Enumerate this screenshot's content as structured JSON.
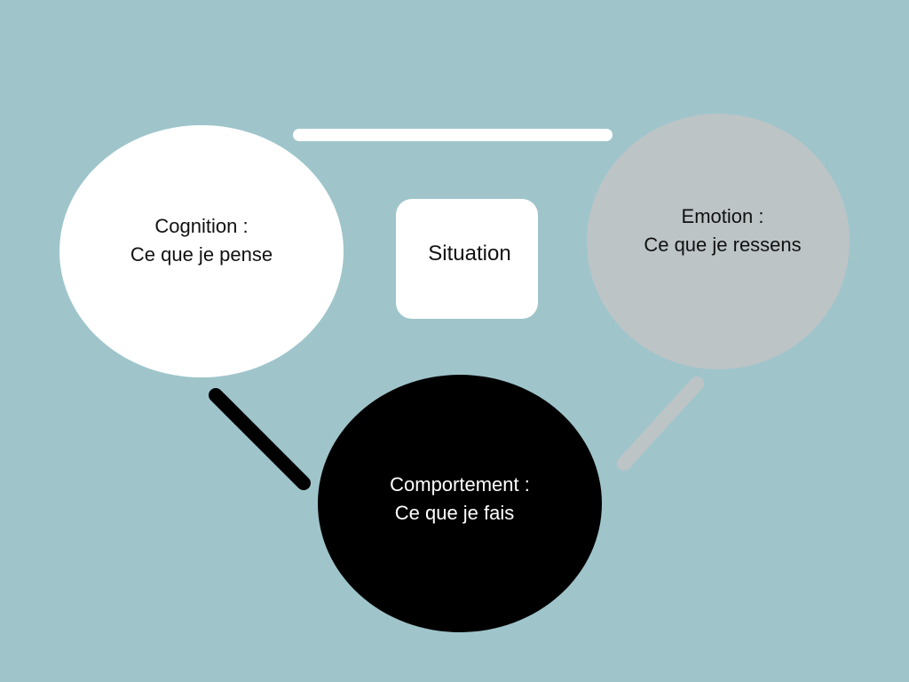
{
  "colors": {
    "background": "#9fc5cb",
    "cognition_fill": "#ffffff",
    "emotion_fill": "#bcc4c6",
    "behavior_fill": "#000000",
    "situation_fill": "#ffffff",
    "text_dark": "#111111",
    "text_light": "#ffffff",
    "connector_top": "#ffffff",
    "connector_left": "#000000",
    "connector_right": "#bcc4c6"
  },
  "nodes": {
    "cognition": {
      "line1": "Cognition :",
      "line2": "Ce que je pense"
    },
    "emotion": {
      "line1": "Emotion :",
      "line2": "Ce que je ressens"
    },
    "behavior": {
      "line1": "Comportement :",
      "line2": "Ce que je fais"
    },
    "situation": {
      "label": "Situation"
    }
  }
}
